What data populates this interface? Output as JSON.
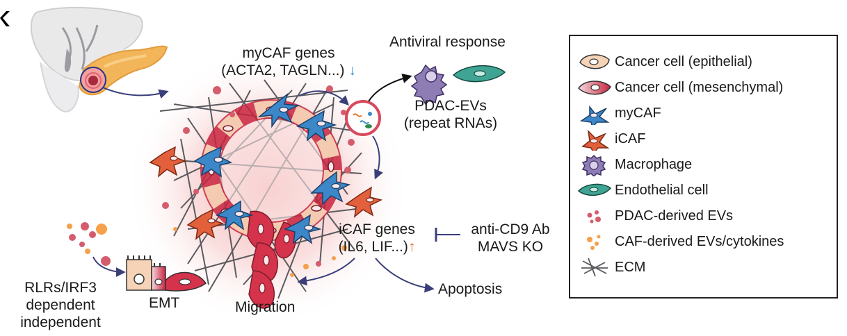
{
  "labels": {
    "mycaf_genes_line1": "myCAF genes",
    "mycaf_genes_line2": "(ACTA2, TAGLN...)",
    "antiviral_response": "Antiviral response",
    "pdac_evs_line1": "PDAC-EVs",
    "pdac_evs_line2": "(repeat RNAs)",
    "icaf_genes_line1": "iCAF genes",
    "icaf_genes_line2": "(IL6, LIF...)",
    "anti_cd9": "anti-CD9 Ab",
    "mavs_ko": "MAVS KO",
    "apoptosis": "Apoptosis",
    "migration": "Migration",
    "emt": "EMT",
    "rlrs_line1": "RLRs/IRF3",
    "rlrs_line2": "dependent",
    "rlrs_line3": "independent"
  },
  "arrows": {
    "down": "↓",
    "up": "↑"
  },
  "legend": {
    "items": [
      {
        "label": "Cancer cell (epithelial)",
        "icon": "epithelial-cell-icon"
      },
      {
        "label": "Cancer cell (mesenchymal)",
        "icon": "mesenchymal-cell-icon"
      },
      {
        "label": "myCAF",
        "icon": "mycaf-icon"
      },
      {
        "label": "iCAF",
        "icon": "icaf-icon"
      },
      {
        "label": "Macrophage",
        "icon": "macrophage-icon"
      },
      {
        "label": "Endothelial cell",
        "icon": "endothelial-cell-icon"
      },
      {
        "label": "PDAC-derived EVs",
        "icon": "pdac-ev-icon"
      },
      {
        "label": "CAF-derived EVs/cytokines",
        "icon": "caf-ev-icon"
      },
      {
        "label": "ECM",
        "icon": "ecm-icon"
      }
    ]
  },
  "colors": {
    "epithelial": "#f6d3b6",
    "mesenchymal": "#d5334b",
    "mycaf": "#3b87c7",
    "icaf": "#e2603c",
    "macrophage": "#8e7cb5",
    "endothelial": "#3fa493",
    "pdac_ev": "#d45c6c",
    "caf_ev": "#f5a04a",
    "glow": "#f4b7b7",
    "arrow": "#3a3f7a",
    "blue_arrow": "#2a8fd0",
    "orange_arrow": "#e8602c"
  }
}
